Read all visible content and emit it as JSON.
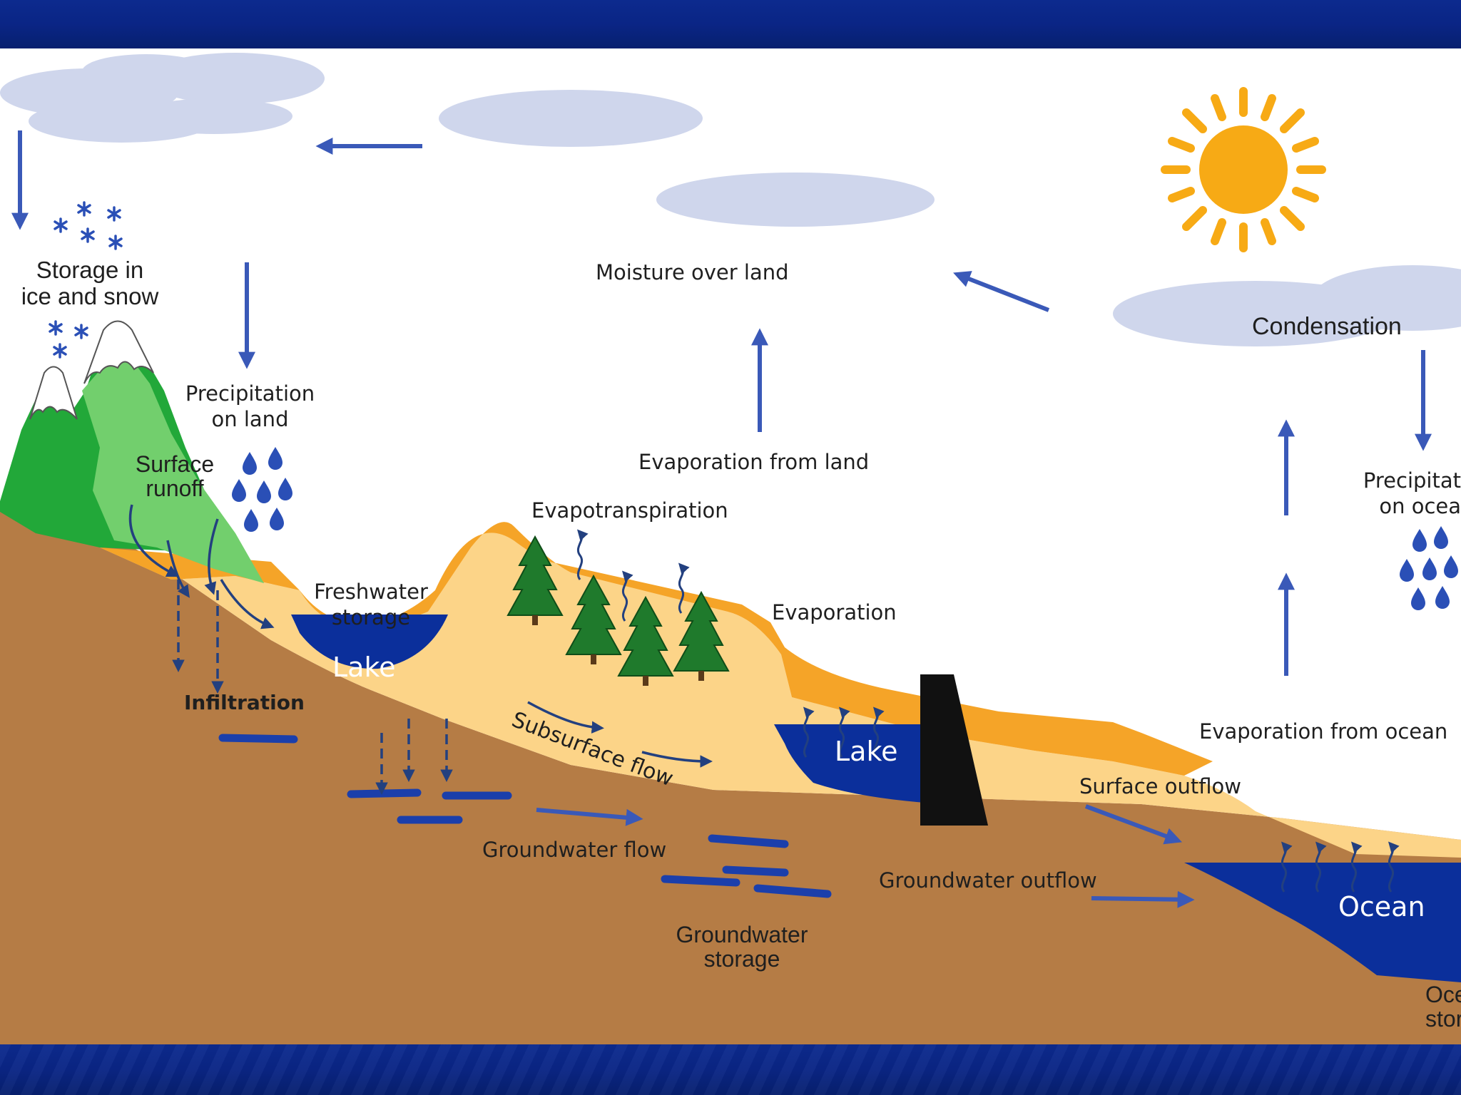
{
  "diagram": {
    "labels": {
      "storage_ice_snow": "Storage in\nice and snow",
      "precip_land": "Precipitation\non land",
      "surface_runoff": "Surface\nrunoff",
      "freshwater_storage": "Freshwater\nstorage",
      "lake_1": "Lake",
      "lake_2": "Lake",
      "infiltration": "Infiltration",
      "evapotranspiration": "Evapotranspiration",
      "subsurface_flow": "Subsurface flow",
      "evaporation_from_land": "Evaporation from land",
      "moisture_over_land": "Moisture over land",
      "evaporation": "Evaporation",
      "groundwater_flow": "Groundwater flow",
      "groundwater_storage": "Groundwater\nstorage",
      "groundwater_outflow": "Groundwater outflow",
      "surface_outflow": "Surface outflow",
      "condensation": "Condensation",
      "precip_ocean": "Precipitat\non ocea",
      "evaporation_from_ocean": "Evaporation from ocean",
      "ocean": "Ocean",
      "ocean_storage": "Ocea\nstorag"
    },
    "colors": {
      "band": "#0a2585",
      "sky": "#ffffff",
      "cloud": "#cfd6ec",
      "arrow": "#3a59b8",
      "water": "#0b2f9b",
      "soil": "#b57c45",
      "sand": "#fcd488",
      "topsoil": "#f5a428",
      "mountain": "#22a839",
      "sun": "#f7aa15"
    }
  }
}
